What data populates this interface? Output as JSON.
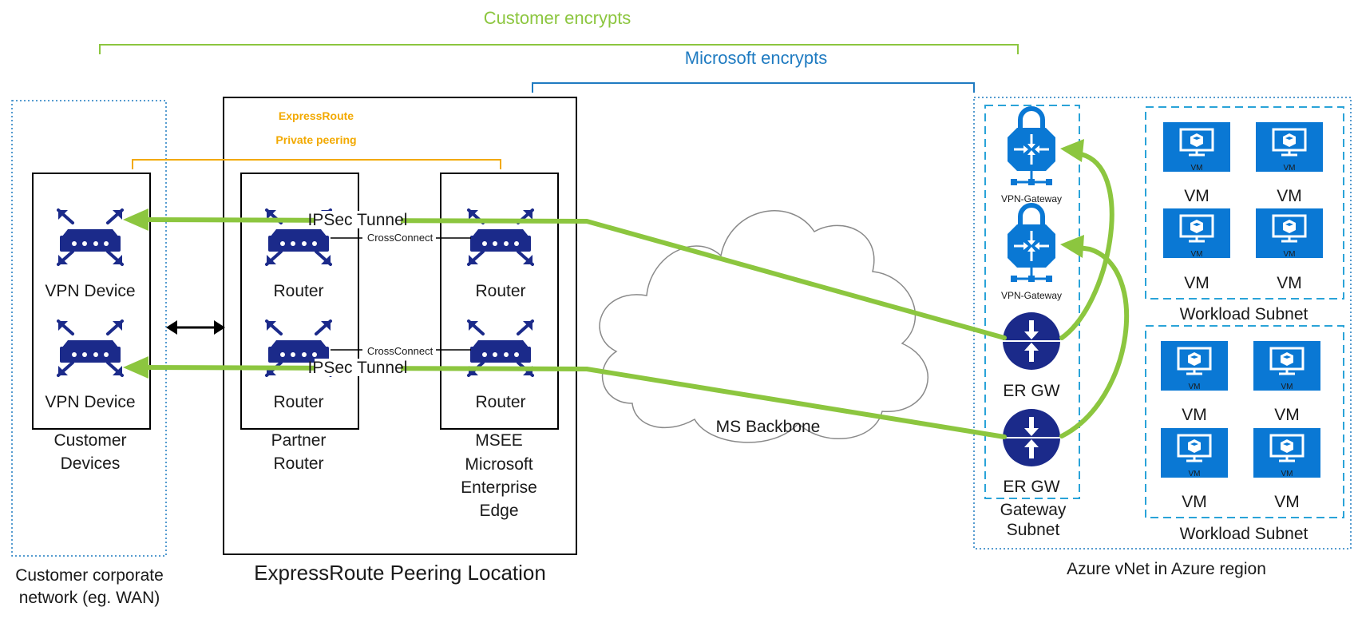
{
  "colors": {
    "accent_green": "#8cc63f",
    "accent_blue": "#1f7bc1",
    "expressroute_orange": "#f2a900",
    "device_navy": "#1b2a8a",
    "azure_blue": "#0a78d4",
    "subnet_border": "#2aa3d8"
  },
  "header": {
    "customer_encrypts": "Customer encrypts",
    "microsoft_encrypts": "Microsoft encrypts"
  },
  "customer_network": {
    "caption_line1": "Customer corporate",
    "caption_line2": "network (eg. WAN)",
    "devices_box_caption_line1": "Customer",
    "devices_box_caption_line2": "Devices",
    "vpn_device_1": "VPN Device",
    "vpn_device_2": "VPN Device"
  },
  "peering_location": {
    "title": "ExpressRoute Peering Location",
    "private_peering_line1": "ExpressRoute",
    "private_peering_line2": "Private peering",
    "partner_router_caption_line1": "Partner",
    "partner_router_caption_line2": "Router",
    "msee_caption_line1": "MSEE",
    "msee_caption_line2": "Microsoft",
    "msee_caption_line3": "Enterprise",
    "msee_caption_line4": "Edge",
    "router_labels": [
      "Router",
      "Router",
      "Router",
      "Router"
    ],
    "crossconnect_1": "CrossConnect",
    "crossconnect_2": "CrossConnect",
    "ipsec_tunnel_1": "IPSec Tunnel",
    "ipsec_tunnel_2": "IPSec Tunnel"
  },
  "backbone": {
    "label": "MS Backbone"
  },
  "azure": {
    "region_caption": "Azure vNet in Azure region",
    "gateway_subnet_line1": "Gateway",
    "gateway_subnet_line2": "Subnet",
    "vpn_gateway_1": "VPN-Gateway",
    "vpn_gateway_2": "VPN-Gateway",
    "er_gw_1": "ER GW",
    "er_gw_2": "ER GW",
    "workload_subnet_1": "Workload Subnet",
    "workload_subnet_2": "Workload Subnet",
    "vm_label": "VM",
    "vm_icon_label": "VM"
  }
}
